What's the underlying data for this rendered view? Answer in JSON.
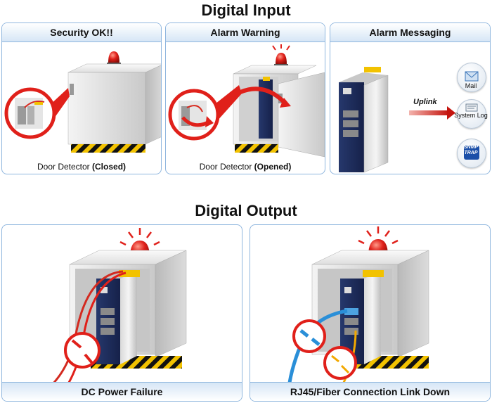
{
  "digital_input": {
    "title": "Digital Input",
    "panels": [
      {
        "title": "Security OK!!",
        "caption_main": "Door Detector ",
        "caption_bold": "(Closed)"
      },
      {
        "title": "Alarm Warning",
        "caption_main": "Door Detector ",
        "caption_bold": "(Opened)"
      },
      {
        "title": "Alarm Messaging",
        "uplink": "Uplink",
        "services": [
          {
            "label": "Mail",
            "icon": "mail-icon"
          },
          {
            "label": "System Log",
            "icon": "system-log-icon"
          },
          {
            "label": "SNMP TRAP",
            "icon": "snmp-trap-icon"
          }
        ]
      }
    ]
  },
  "digital_output": {
    "title": "Digital Output",
    "panels": [
      {
        "footer": "DC Power Failure"
      },
      {
        "footer": "RJ45/Fiber Connection Link Down"
      }
    ]
  },
  "colors": {
    "panel_border": "#8fb6de",
    "alarm_red": "#e0201a",
    "switch_blue": "#1e2d5a",
    "hazard_yellow": "#f2c200"
  }
}
